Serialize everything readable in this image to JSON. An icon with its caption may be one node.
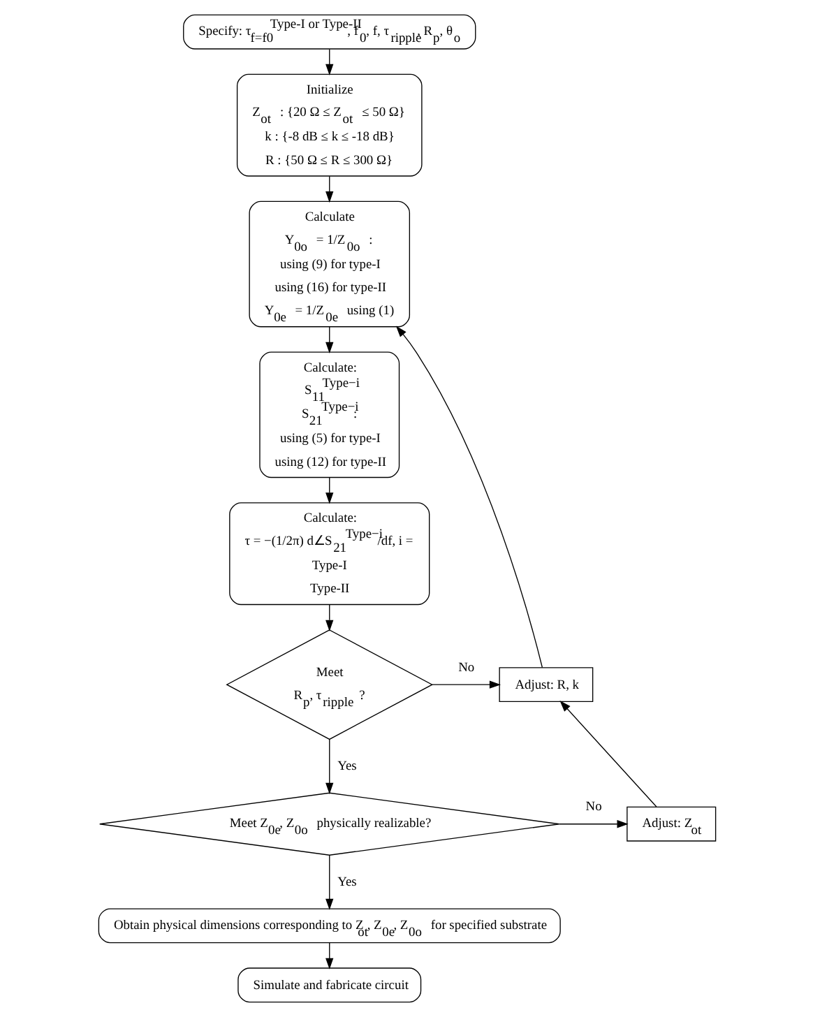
{
  "diagram": {
    "nodes": [
      {
        "text": [
          "Specify: τ$_{f=f0}$$^{Type-I or Type-II}$, f$_{0}$, f, τ$_{ripple}$, R$_{p}$, θ$_{o}$"
        ]
      },
      {
        "text": [
          "Initialize",
          "Z$_{ot}$ : {20 Ω ≤ Z$_{ot}$ ≤ 50 Ω}",
          "k : {-8 dB ≤ k ≤ -18 dB}",
          "R : {50 Ω ≤ R ≤ 300 Ω}"
        ]
      },
      {
        "text": [
          "Calculate",
          "Y$_{0o}$ = 1/Z$_{0o}$ :",
          "using (9) for type-I",
          "using (16) for type-II",
          "Y$_{0e}$ = 1/Z$_{0e}$ using (1)"
        ]
      },
      {
        "text": [
          "Calculate:",
          "S$_{11}$$^{Type−i}$",
          "S$_{21}$$^{Type−i}$:",
          "using (5) for type-I",
          "using (12) for type-II"
        ]
      },
      {
        "text": [
          "Calculate:",
          "τ = −(1/2π) d∠S$_{21}$$^{Type−i}$/df, i =",
          "Type-I",
          "Type-II"
        ]
      },
      {
        "text": [
          "Meet",
          "R$_{p}$, τ$_{ripple}$ ?"
        ]
      },
      {
        "text": [
          "Meet Z$_{0e}$, Z$_{0o}$ physically realizable?"
        ]
      },
      {
        "text": [
          "Adjust: R, k"
        ]
      },
      {
        "text": [
          "Adjust: Z$_{ot}$"
        ]
      },
      {
        "text": [
          "Obtain physical dimensions corresponding to Z$_{ot}$, Z$_{0e}$, Z$_{0o}$ for specified substrate"
        ]
      },
      {
        "text": [
          "Simulate and fabricate circuit"
        ]
      }
    ],
    "edges": [
      {
        "from": 0,
        "to": 1,
        "arrow": "to"
      },
      {
        "from": 1,
        "to": 2,
        "arrow": "to"
      },
      {
        "from": 2,
        "to": 3,
        "arrow": "to"
      },
      {
        "from": 3,
        "to": 4,
        "arrow": "to"
      },
      {
        "from": 4,
        "to": 5,
        "arrow": "to"
      },
      {
        "from": 5,
        "to": 6,
        "arrow": "to",
        "label": "Yes"
      },
      {
        "from": 5,
        "to": 7,
        "arrow": "to",
        "label": "No"
      },
      {
        "from": 6,
        "to": 9,
        "arrow": "to",
        "label": "Yes"
      },
      {
        "from": 6,
        "to": 8,
        "arrow": "to",
        "label": "No"
      },
      {
        "from": 8,
        "to": 7,
        "arrow": "to"
      },
      {
        "from": 7,
        "to": 2,
        "arrow": "to"
      },
      {
        "from": 9,
        "to": 10,
        "arrow": "to"
      }
    ]
  }
}
